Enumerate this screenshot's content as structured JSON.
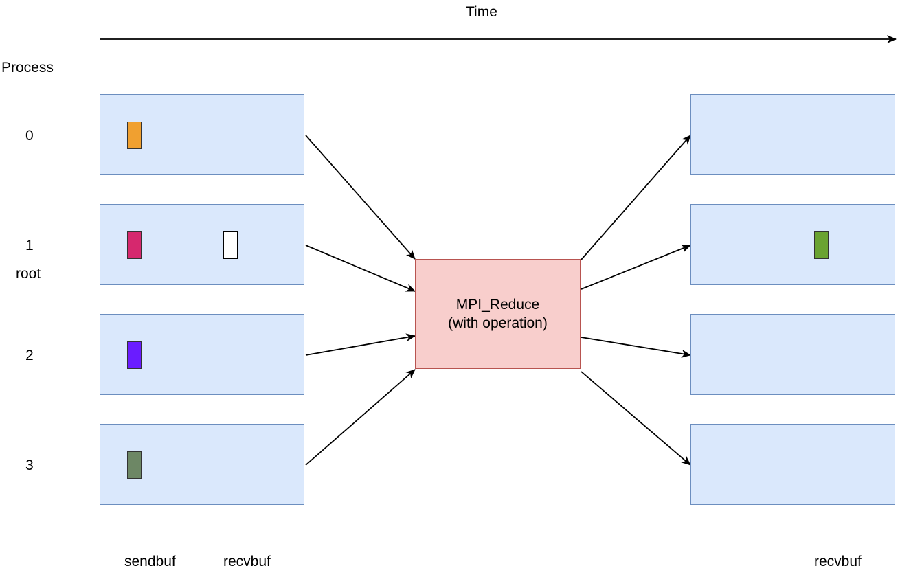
{
  "time_label": "Time",
  "process_label": "Process",
  "processes": [
    {
      "id": "0",
      "sendbuf_color": "#f0a030"
    },
    {
      "id": "1",
      "role": "root",
      "sendbuf_color": "#d6286e",
      "recvbuf_color": "#ffffff"
    },
    {
      "id": "2",
      "sendbuf_color": "#6a1cff"
    },
    {
      "id": "3",
      "sendbuf_color": "#6d8765"
    }
  ],
  "reduce": {
    "line1": "MPI_Reduce",
    "line2": "(with operation)",
    "fill": "#f8cecc",
    "stroke": "#b85450"
  },
  "result_recvbuf_color": "#6aa332",
  "bottom_labels": {
    "sendbuf": "sendbuf",
    "recvbuf_left": "recvbuf",
    "recvbuf_right": "recvbuf"
  },
  "colors": {
    "process_box_fill": "#dae8fc",
    "process_box_stroke": "#6c8ebf"
  }
}
